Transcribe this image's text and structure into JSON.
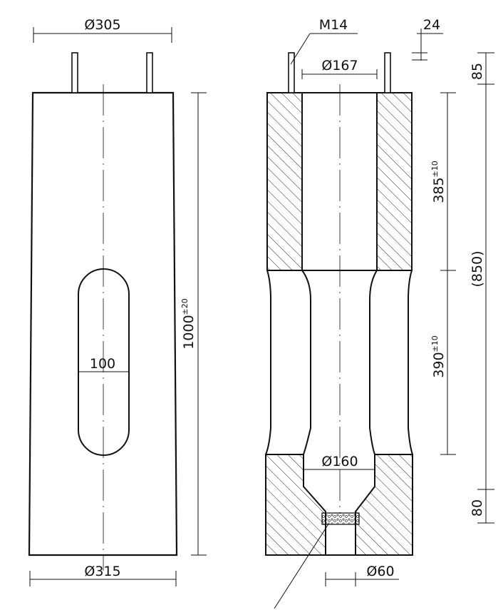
{
  "labels": {
    "top_diameter": "Ø305",
    "bottom_diameter": "Ø315",
    "overall_length": "1000",
    "overall_length_tol": "±20",
    "slot_width": "100",
    "bolt_thread": "M14",
    "bolt_length": "24",
    "bore_diameter": "Ø167",
    "narrow_bore_diameter": "Ø160",
    "outlet_diameter": "Ø60",
    "top_allowance": "85",
    "upper_section": "385",
    "upper_section_tol": "±10",
    "middle_total": "(850)",
    "lower_section": "390",
    "lower_section_tol": "±10",
    "bottom_section": "80"
  },
  "colors": {
    "line": "#111111",
    "background": "#ffffff"
  }
}
